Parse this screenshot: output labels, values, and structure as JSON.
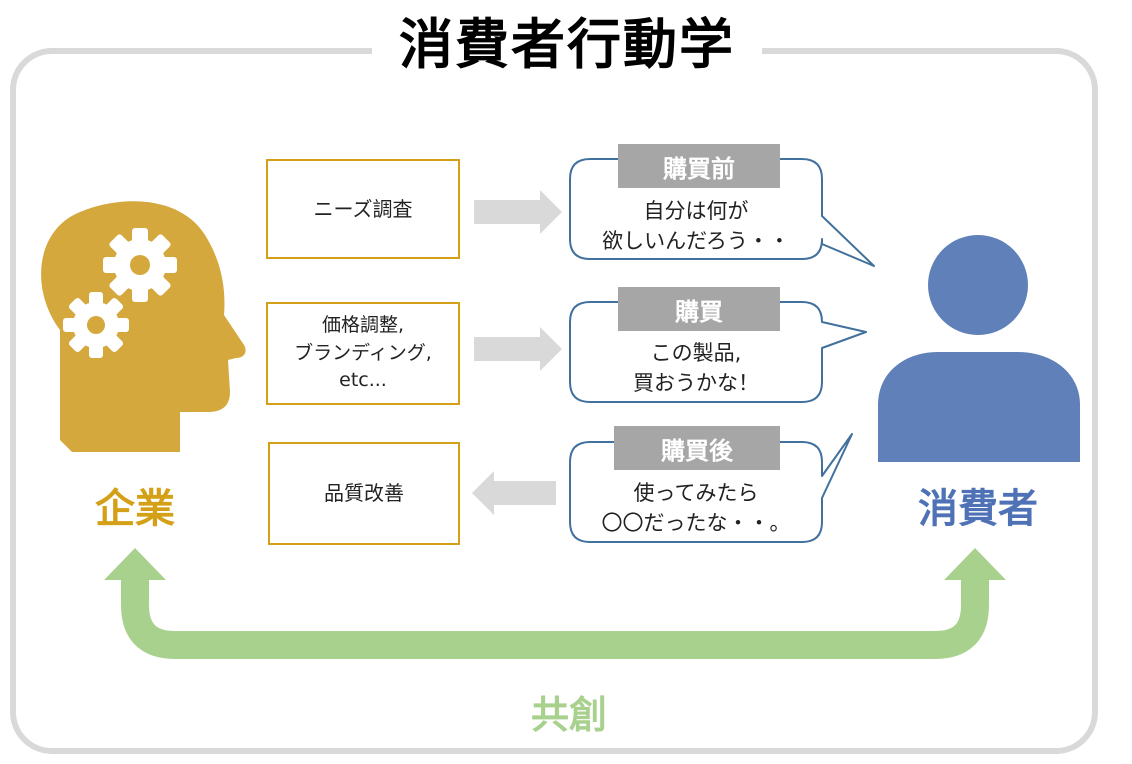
{
  "title": "消費者行動学",
  "company": {
    "label": "企業",
    "color": "#d4a017",
    "icon": "head-gears-icon"
  },
  "consumer": {
    "label": "消費者",
    "color": "#5b7bb7",
    "icon": "person-icon"
  },
  "cocreation": {
    "label": "共創",
    "color": "#a9d18e"
  },
  "actions": [
    {
      "text": "ニーズ調査"
    },
    {
      "text": "価格調整,\nブランディング,\netc..."
    },
    {
      "text": "品質改善"
    }
  ],
  "stages": [
    {
      "tag": "購買前",
      "text": "自分は何が\n欲しいんだろう・・"
    },
    {
      "tag": "購買",
      "text": "この製品,\n買おうかな！"
    },
    {
      "tag": "購買後",
      "text": "使ってみたら\n〇〇だったな・・。"
    }
  ]
}
